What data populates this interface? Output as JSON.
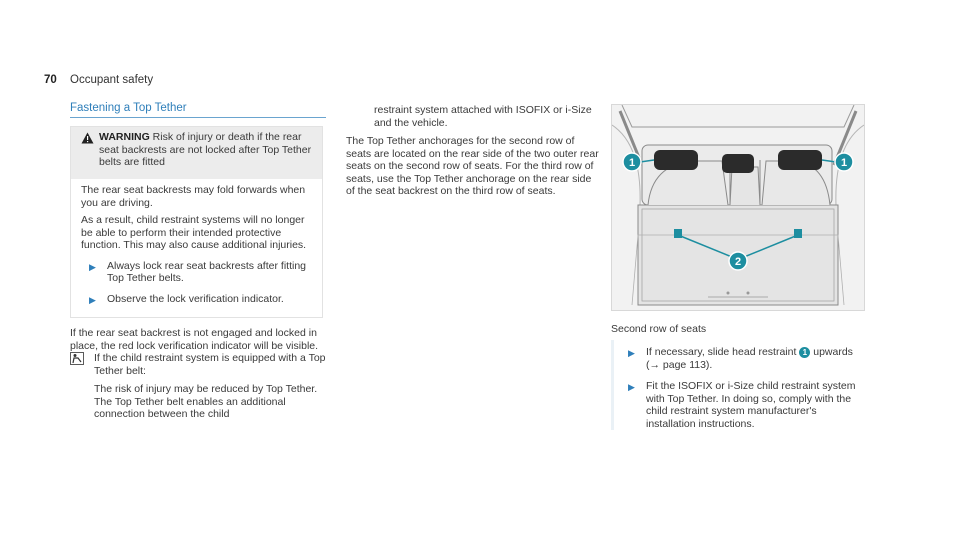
{
  "page": {
    "number": "70",
    "section": "Occupant safety"
  },
  "section_title": "Fastening a Top Tether",
  "warning": {
    "label": "WARNING",
    "text": "Risk of injury or death if the rear seat backrests are not locked after Top Tether belts are fitted",
    "para1": "The rear seat backrests may fold forwards when you are driving.",
    "para2": "As a result, child restraint systems will no longer be able to perform their intended protective function. This may also cause additional injuries.",
    "bullet1": "Always lock rear seat backrests after fitting Top Tether belts.",
    "bullet2": "Observe the lock verification indicator."
  },
  "col1": {
    "para": "If the rear seat backrest is not engaged and locked in place, the red lock verification indicator will be visible.",
    "symbol_text": "If the child restraint system is equipped with a Top Tether belt:",
    "para2": "The risk of injury may be reduced by Top Tether. The Top Tether belt enables an additional connection between the child"
  },
  "col2": {
    "para1": "restraint system attached with ISOFIX or i-Size and the vehicle.",
    "para2": "The Top Tether anchorages for the second row of seats are located on the rear side of the two outer rear seats on the second row of seats. For the third row of seats, use the Top Tether anchorage on the rear side of the seat backrest on the third row of seats."
  },
  "figure": {
    "caption": "Second row of seats",
    "callout1": "1",
    "callout2": "2"
  },
  "steps": {
    "step1_a": "If necessary, slide head restraint",
    "step1_callout": "1",
    "step1_b": "upwards (→ page 113).",
    "step2": "Fit the ISOFIX or i-Size child restraint system with Top Tether. In doing so, comply with the child restraint system manufacturer's installation instructions."
  },
  "colors": {
    "accent": "#2f7fba",
    "callout": "#1d8ea0"
  }
}
